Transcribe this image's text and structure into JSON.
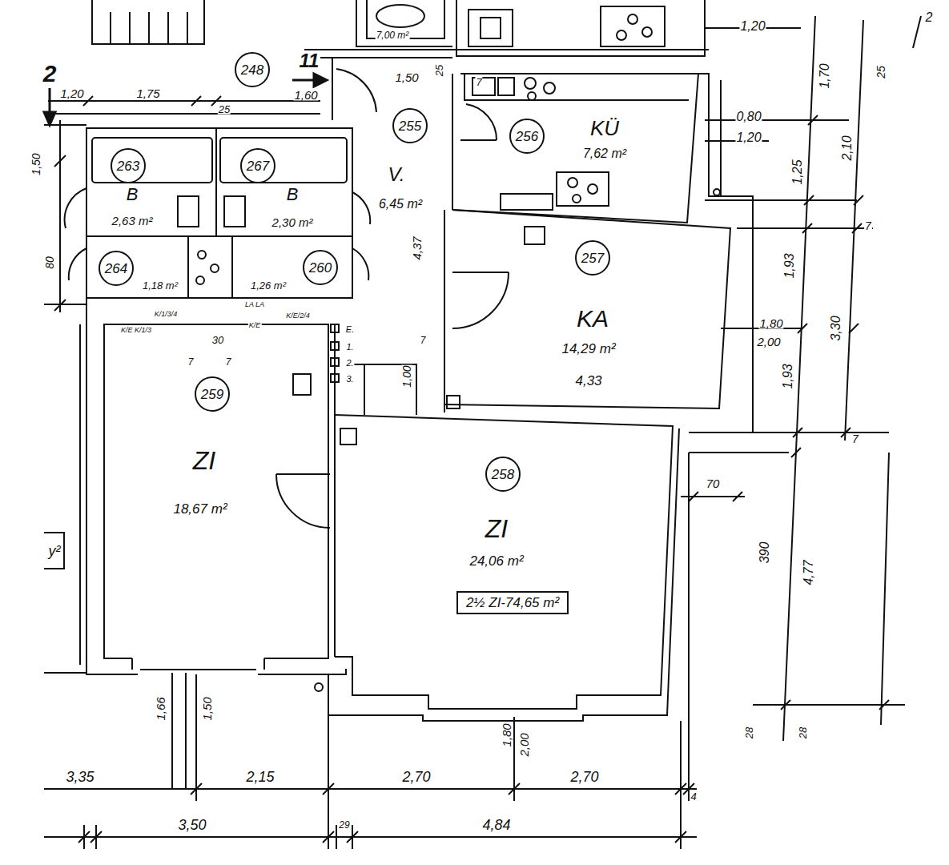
{
  "diagram": {
    "nodes": [
      {
        "text": [
          "248"
        ]
      },
      {
        "text": [
          "V.",
          "6,45 m²"
        ]
      },
      {
        "text": [
          "255"
        ],
        "in": 1
      },
      {
        "text": [
          "KÜ",
          "7,62 m²"
        ]
      },
      {
        "text": [
          "256"
        ],
        "in": 3
      },
      {
        "text": [
          "B",
          "2,63 m²"
        ]
      },
      {
        "text": [
          "263"
        ],
        "in": 5
      },
      {
        "text": [
          "B",
          "2,30 m²"
        ]
      },
      {
        "text": [
          "267"
        ],
        "in": 7
      },
      {
        "text": [
          "1,18 m²"
        ]
      },
      {
        "text": [
          "264"
        ],
        "in": 9
      },
      {
        "text": [
          "1,26 m²"
        ]
      },
      {
        "text": [
          "260"
        ],
        "in": 11
      },
      {
        "text": [
          "KA",
          "14,29 m²"
        ]
      },
      {
        "text": [
          "257"
        ],
        "in": 13
      },
      {
        "text": [
          "ZI",
          "18,67 m²"
        ]
      },
      {
        "text": [
          "259"
        ],
        "in": 15
      },
      {
        "text": [
          "ZI",
          "24,06 m²"
        ]
      },
      {
        "text": [
          "258"
        ],
        "in": 17
      },
      {
        "text": [
          "2½ ZI-74,65 m²"
        ],
        "in": 17
      }
    ],
    "labels": [
      "2",
      "11",
      "7,00 m²",
      "1,20",
      "1,75",
      "25",
      "1,60",
      "1,50",
      "25",
      "7",
      "1,20",
      "2",
      "1,70",
      "25",
      "0,80",
      "1,20",
      "2,10",
      "1,25",
      "7",
      "1,93",
      "1,80",
      "2,00",
      "3,30",
      "1,93",
      "7",
      "70",
      "390",
      "4,77",
      "28",
      "28",
      "1,50",
      "80",
      "4,37",
      "1,00",
      "7",
      "E.",
      "1.",
      "2.",
      "3.",
      "K/E K/1/3",
      "K/1/3/4",
      "LA LA",
      "K/E",
      "K/E/2/4",
      "30",
      "7",
      "7",
      "4,33",
      "1,66",
      "1,50",
      "1,80",
      "2,00",
      "3,35",
      "2,15",
      "2,70",
      "2,70",
      "4",
      "3,50",
      "29",
      "4,84",
      "y²"
    ]
  }
}
